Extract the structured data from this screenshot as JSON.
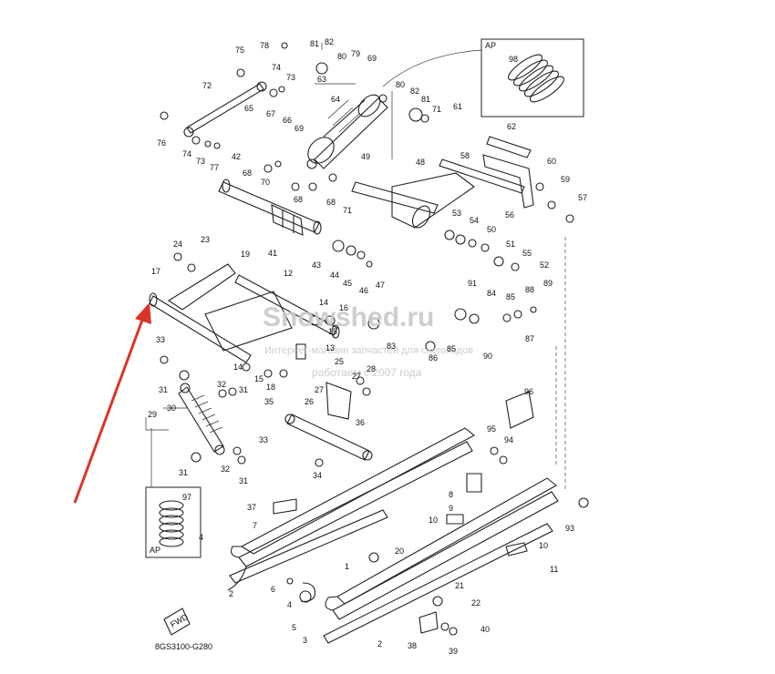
{
  "diagram_code": "8GS3100-G280",
  "inset_ap_top": {
    "tag": "AP",
    "part": "98"
  },
  "inset_ap_bottom": {
    "tag": "AP",
    "part": "97"
  },
  "fwd_mark": "FWD",
  "watermark": {
    "line1": "Snowshed.ru",
    "line2": "Интернет-магазин запчастей для снегоходов",
    "line3": "работаем с 2007 года"
  },
  "arrow_color": "#d9352b",
  "callouts": [
    {
      "id": "c75",
      "text": "75"
    },
    {
      "id": "c78",
      "text": "78"
    },
    {
      "id": "c81a",
      "text": "81"
    },
    {
      "id": "c82a",
      "text": "82"
    },
    {
      "id": "c79",
      "text": "79"
    },
    {
      "id": "c80a",
      "text": "80"
    },
    {
      "id": "c69a",
      "text": "69"
    },
    {
      "id": "c74",
      "text": "74"
    },
    {
      "id": "c73",
      "text": "73"
    },
    {
      "id": "c63",
      "text": "63"
    },
    {
      "id": "c72",
      "text": "72"
    },
    {
      "id": "c64",
      "text": "64"
    },
    {
      "id": "c65",
      "text": "65"
    },
    {
      "id": "c67",
      "text": "67"
    },
    {
      "id": "c66",
      "text": "66"
    },
    {
      "id": "c69b",
      "text": "69"
    },
    {
      "id": "c76",
      "text": "76"
    },
    {
      "id": "c74b",
      "text": "74"
    },
    {
      "id": "c73b",
      "text": "73"
    },
    {
      "id": "c77",
      "text": "77"
    },
    {
      "id": "c80b",
      "text": "80"
    },
    {
      "id": "c82b",
      "text": "82"
    },
    {
      "id": "c81b",
      "text": "81"
    },
    {
      "id": "c71a",
      "text": "71"
    },
    {
      "id": "c61",
      "text": "61"
    },
    {
      "id": "c62",
      "text": "62"
    },
    {
      "id": "c42",
      "text": "42"
    },
    {
      "id": "c68a",
      "text": "68"
    },
    {
      "id": "c70",
      "text": "70"
    },
    {
      "id": "c68b",
      "text": "68"
    },
    {
      "id": "c68c",
      "text": "68"
    },
    {
      "id": "c71b",
      "text": "71"
    },
    {
      "id": "c49",
      "text": "49"
    },
    {
      "id": "c48",
      "text": "48"
    },
    {
      "id": "c58",
      "text": "58"
    },
    {
      "id": "c60",
      "text": "60"
    },
    {
      "id": "c59",
      "text": "59"
    },
    {
      "id": "c57",
      "text": "57"
    },
    {
      "id": "c56",
      "text": "56"
    },
    {
      "id": "c41",
      "text": "41"
    },
    {
      "id": "c53",
      "text": "53"
    },
    {
      "id": "c54",
      "text": "54"
    },
    {
      "id": "c50",
      "text": "50"
    },
    {
      "id": "c51",
      "text": "51"
    },
    {
      "id": "c55",
      "text": "55"
    },
    {
      "id": "c52",
      "text": "52"
    },
    {
      "id": "c24",
      "text": "24"
    },
    {
      "id": "c23",
      "text": "23"
    },
    {
      "id": "c19",
      "text": "19"
    },
    {
      "id": "c17",
      "text": "17"
    },
    {
      "id": "c12",
      "text": "12"
    },
    {
      "id": "c43",
      "text": "43"
    },
    {
      "id": "c44",
      "text": "44"
    },
    {
      "id": "c45",
      "text": "45"
    },
    {
      "id": "c46",
      "text": "46"
    },
    {
      "id": "c47",
      "text": "47"
    },
    {
      "id": "c91",
      "text": "91"
    },
    {
      "id": "c84",
      "text": "84"
    },
    {
      "id": "c85a",
      "text": "85"
    },
    {
      "id": "c88",
      "text": "88"
    },
    {
      "id": "c89",
      "text": "89"
    },
    {
      "id": "c14a",
      "text": "14"
    },
    {
      "id": "c16",
      "text": "16"
    },
    {
      "id": "c15a",
      "text": "15"
    },
    {
      "id": "c83",
      "text": "83"
    },
    {
      "id": "c86",
      "text": "86"
    },
    {
      "id": "c85b",
      "text": "85"
    },
    {
      "id": "c90",
      "text": "90"
    },
    {
      "id": "c87",
      "text": "87"
    },
    {
      "id": "c33a",
      "text": "33"
    },
    {
      "id": "c13",
      "text": "13"
    },
    {
      "id": "c14b",
      "text": "14"
    },
    {
      "id": "c15b",
      "text": "15"
    },
    {
      "id": "c18",
      "text": "18"
    },
    {
      "id": "c25",
      "text": "25"
    },
    {
      "id": "c28",
      "text": "28"
    },
    {
      "id": "c27a",
      "text": "27"
    },
    {
      "id": "c27b",
      "text": "27"
    },
    {
      "id": "c31a",
      "text": "31"
    },
    {
      "id": "c32a",
      "text": "32"
    },
    {
      "id": "c31b",
      "text": "31"
    },
    {
      "id": "c35",
      "text": "35"
    },
    {
      "id": "c26",
      "text": "26"
    },
    {
      "id": "c30",
      "text": "30"
    },
    {
      "id": "c29",
      "text": "29"
    },
    {
      "id": "c36",
      "text": "36"
    },
    {
      "id": "c33b",
      "text": "33"
    },
    {
      "id": "c34",
      "text": "34"
    },
    {
      "id": "c31c",
      "text": "31"
    },
    {
      "id": "c32b",
      "text": "32"
    },
    {
      "id": "c31d",
      "text": "31"
    },
    {
      "id": "c96",
      "text": "96"
    },
    {
      "id": "c95",
      "text": "95"
    },
    {
      "id": "c94",
      "text": "94"
    },
    {
      "id": "c8",
      "text": "8"
    },
    {
      "id": "c9",
      "text": "9"
    },
    {
      "id": "c37",
      "text": "37"
    },
    {
      "id": "c10a",
      "text": "10"
    },
    {
      "id": "c7",
      "text": "7"
    },
    {
      "id": "c4a",
      "text": "4"
    },
    {
      "id": "c10b",
      "text": "10"
    },
    {
      "id": "c11",
      "text": "11"
    },
    {
      "id": "c93",
      "text": "93"
    },
    {
      "id": "c20",
      "text": "20"
    },
    {
      "id": "c1",
      "text": "1"
    },
    {
      "id": "c2a",
      "text": "2"
    },
    {
      "id": "c6",
      "text": "6"
    },
    {
      "id": "c4b",
      "text": "4"
    },
    {
      "id": "c21",
      "text": "21"
    },
    {
      "id": "c22",
      "text": "22"
    },
    {
      "id": "c5",
      "text": "5"
    },
    {
      "id": "c3",
      "text": "3"
    },
    {
      "id": "c2b",
      "text": "2"
    },
    {
      "id": "c38",
      "text": "38"
    },
    {
      "id": "c39",
      "text": "39"
    },
    {
      "id": "c40",
      "text": "40"
    }
  ]
}
